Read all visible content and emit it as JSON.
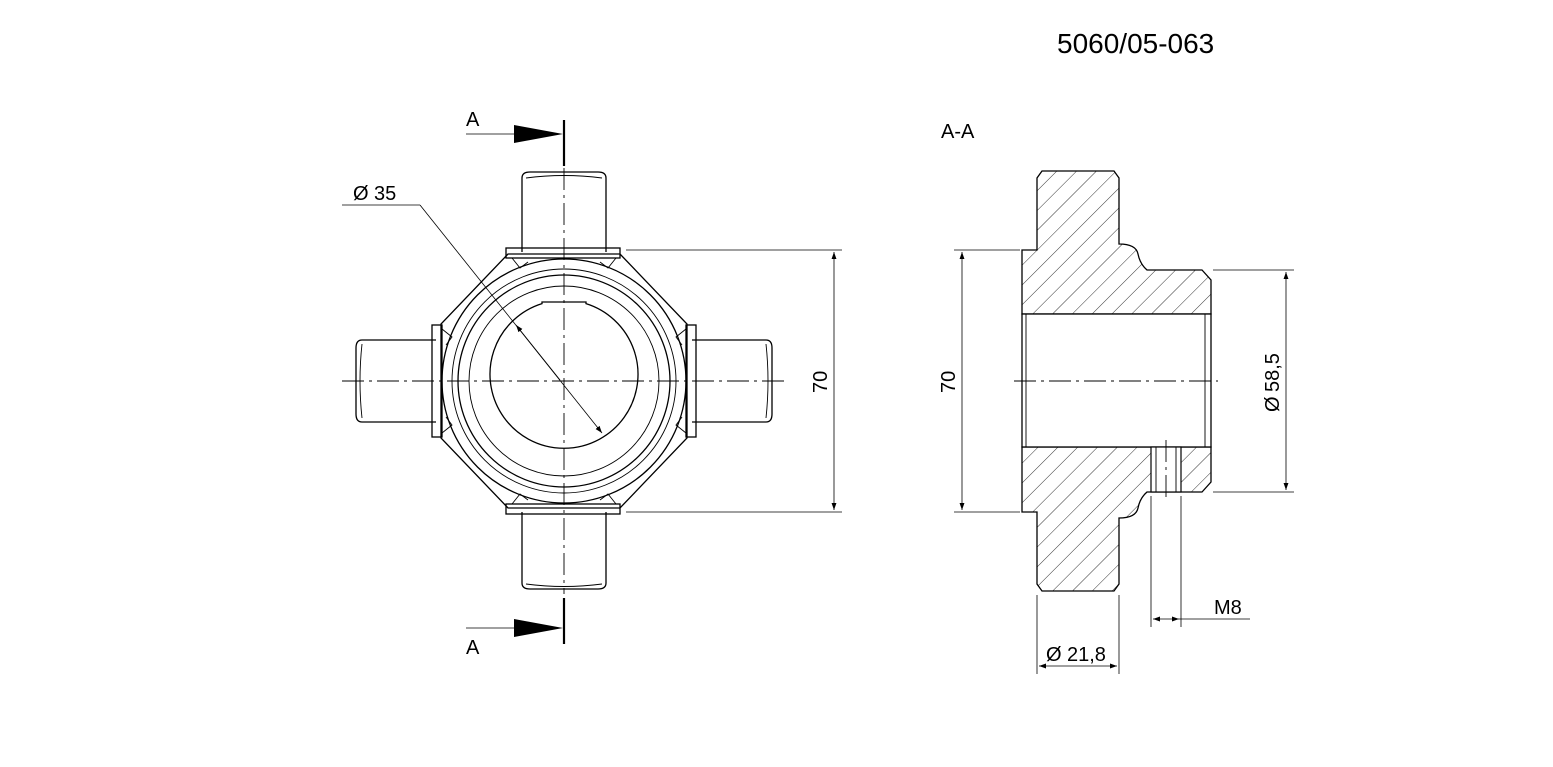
{
  "drawing_number": "5060/05-063",
  "section_marker": "A",
  "section_title": "A-A",
  "dimensions": {
    "bore_diameter": "35",
    "height_front": "70",
    "height_section": "70",
    "outer_diameter": "58,5",
    "flange_diameter": "21,8",
    "thread": "M8"
  },
  "symbols": {
    "diameter": "Ø"
  },
  "colors": {
    "line": "#000000",
    "background": "#ffffff"
  }
}
